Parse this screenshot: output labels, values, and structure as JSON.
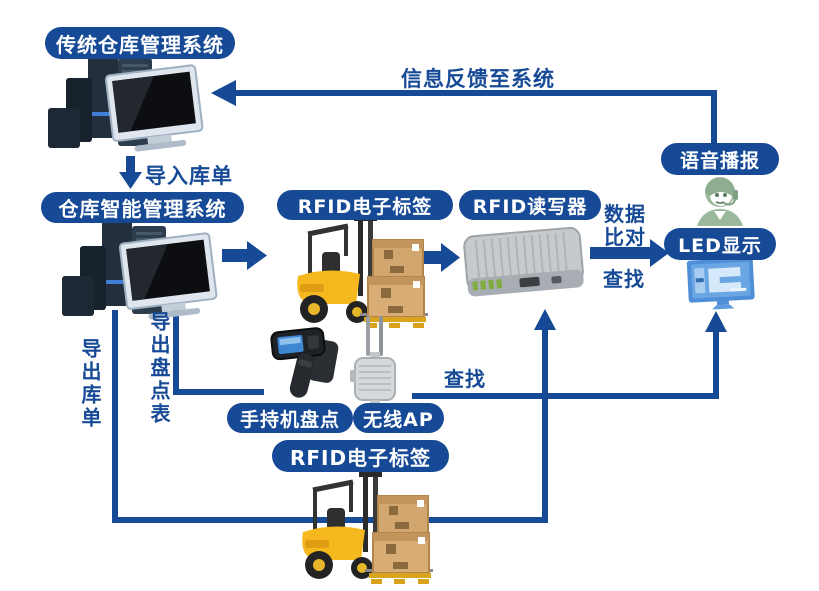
{
  "diagram": {
    "title_context": "RFID warehouse management flow diagram",
    "nodes": {
      "traditional_system": "传统仓库管理系统",
      "smart_system": "仓库智能管理系统",
      "rfid_tag_top": "RFID电子标签",
      "rfid_reader": "RFID读写器",
      "voice_broadcast": "语音播报",
      "led_display": "LED显示",
      "handheld_inventory": "手持机盘点",
      "wireless_ap": "无线AP",
      "rfid_tag_bottom": "RFID电子标签"
    },
    "flows": {
      "feedback_to_system": "信息反馈至系统",
      "import_list": "导入库单",
      "export_list": "导出库单",
      "export_inventory_sheet": "导出盘点表",
      "data_compare_line1": "数据",
      "data_compare_line2": "比对",
      "search_mid": "查找",
      "search_ap": "查找"
    },
    "icons": {
      "traditional_server": "server-monitor-icon",
      "smart_server": "server-monitor-icon",
      "forklift_top": "forklift-boxes-icon",
      "forklift_bottom": "forklift-boxes-icon",
      "rfid_reader": "rfid-reader-device-icon",
      "handheld": "handheld-rfid-terminal-icon",
      "wireless_ap": "wireless-ap-antenna-icon",
      "operator": "voice-operator-icon",
      "led_monitor": "led-screen-icon"
    },
    "colors": {
      "primary_blue": "#164a96",
      "label_text": "#ffffff",
      "background": "#ffffff",
      "operator_green": "#9cb89c",
      "forklift_yellow": "#f5b81e",
      "box_tan": "#d2a76f",
      "reader_grey": "#c6cacd",
      "monitor_blue": "#4e8fd7"
    }
  }
}
